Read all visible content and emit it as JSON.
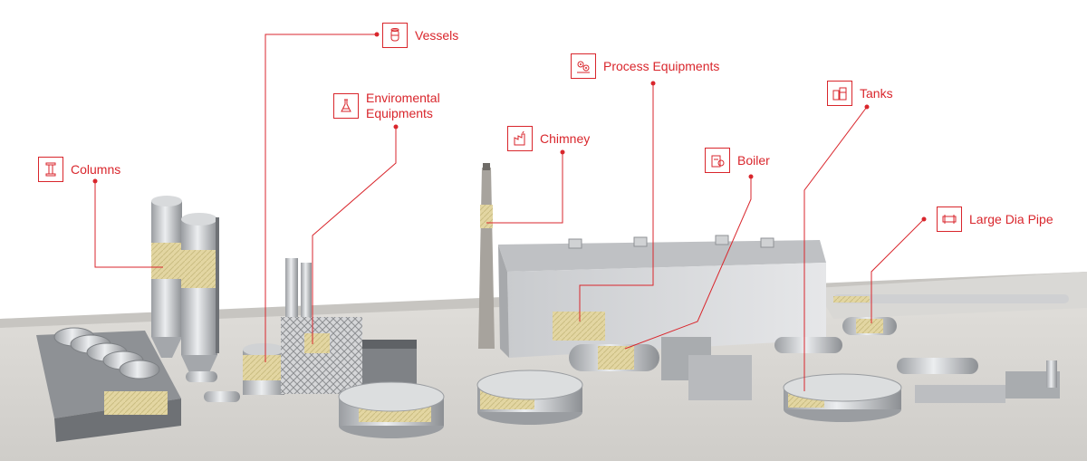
{
  "brand": {
    "accent": "#d9262c"
  },
  "callouts": {
    "vessels": {
      "label": "Vessels",
      "icon": "vessel-icon"
    },
    "environmental": {
      "label": "Enviromental Equipments",
      "icon": "flask-icon"
    },
    "process": {
      "label": "Process Equipments",
      "icon": "gears-icon"
    },
    "chimney": {
      "label": "Chimney",
      "icon": "chimney-icon"
    },
    "tanks": {
      "label": "Tanks",
      "icon": "tanks-icon"
    },
    "columns": {
      "label": "Columns",
      "icon": "column-icon"
    },
    "boiler": {
      "label": "Boiler",
      "icon": "boiler-icon"
    },
    "pipe": {
      "label": "Large Dia Pipe",
      "icon": "pipe-icon"
    }
  }
}
